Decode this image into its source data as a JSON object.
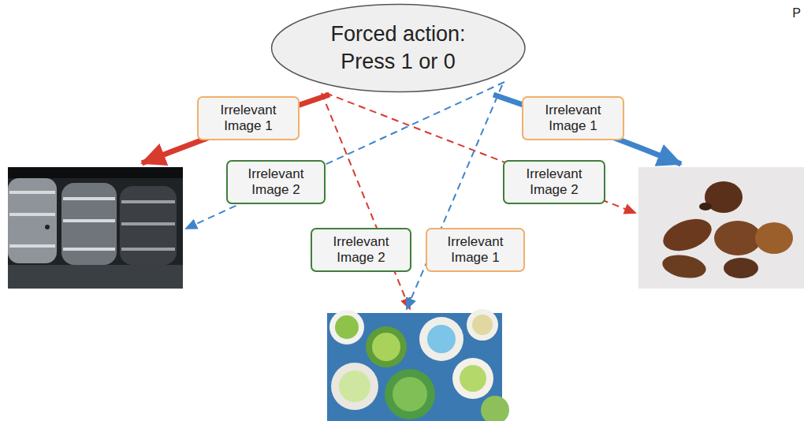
{
  "diagram": {
    "nodes": [
      {
        "text": [
          "Forced action: Press 1 or 0"
        ]
      },
      {
        "text": [
          "Irrelevant Image 1"
        ]
      },
      {
        "text": [
          "Irrelevant Image 1"
        ]
      },
      {
        "text": [
          "Irrelevant Image 2"
        ]
      },
      {
        "text": [
          "Irrelevant Image 2"
        ]
      },
      {
        "text": [
          "Irrelevant Image 2"
        ]
      },
      {
        "text": [
          "Irrelevant Image 1"
        ]
      }
    ],
    "labels": [
      "P"
    ]
  }
}
